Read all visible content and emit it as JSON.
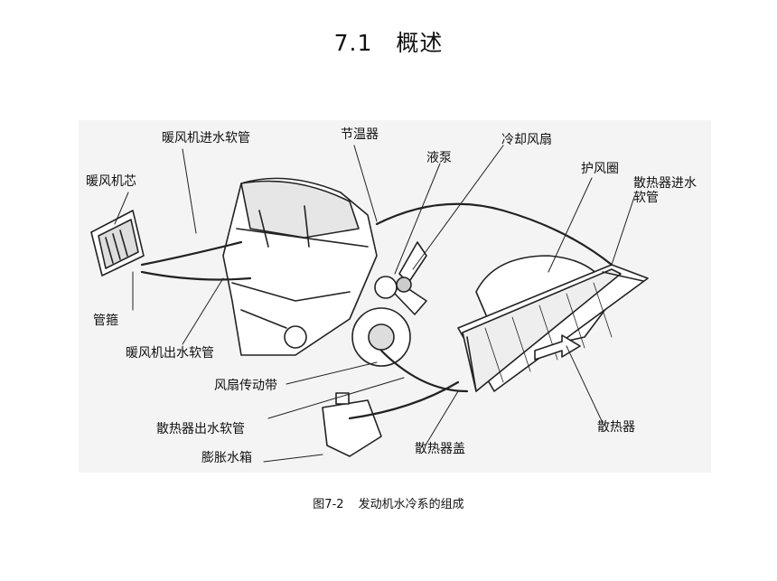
{
  "slide": {
    "title": "7.1　概述"
  },
  "figure": {
    "labels": {
      "heater_core": "暖风机芯",
      "heater_inlet_hose": "暖风机进水软管",
      "thermostat": "节温器",
      "water_pump": "液泵",
      "cooling_fan": "冷却风扇",
      "fan_shroud": "护风圈",
      "radiator_inlet_hose": "散热器进水\n软管",
      "hose_clamp": "管箍",
      "heater_outlet_hose": "暖风机出水软管",
      "fan_belt": "风扇传动带",
      "radiator_outlet_hose": "散热器出水软管",
      "expansion_tank": "膨胀水箱",
      "radiator_cap": "散热器盖",
      "radiator": "散热器"
    },
    "caption": {
      "number": "图7-2",
      "text": "发动机水冷系的组成"
    }
  }
}
